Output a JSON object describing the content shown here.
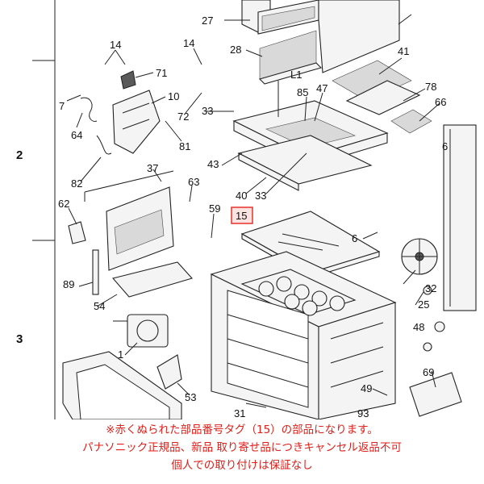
{
  "diagram": {
    "row_labels": [
      "2",
      "3"
    ],
    "part_numbers": [
      "27",
      "28",
      "14",
      "14",
      "71",
      "7",
      "10",
      "64",
      "72",
      "33",
      "81",
      "82",
      "37",
      "63",
      "62",
      "89",
      "54",
      "59",
      "1",
      "53",
      "41",
      "L1",
      "47",
      "85",
      "78",
      "66",
      "43",
      "40",
      "33",
      "6",
      "32",
      "25",
      "48",
      "69",
      "49",
      "93",
      "15",
      "6",
      "31"
    ],
    "highlighted_part": "15",
    "highlight_color": "#e8302a"
  },
  "caption": {
    "line1": "※赤くぬられた部品番号タグ（15）の部品になります。",
    "line2": "パナソニック正規品、新品 取り寄せ品につきキャンセル返品不可",
    "line3": "個人での取り付けは保証なし",
    "color": "#e0201a"
  }
}
